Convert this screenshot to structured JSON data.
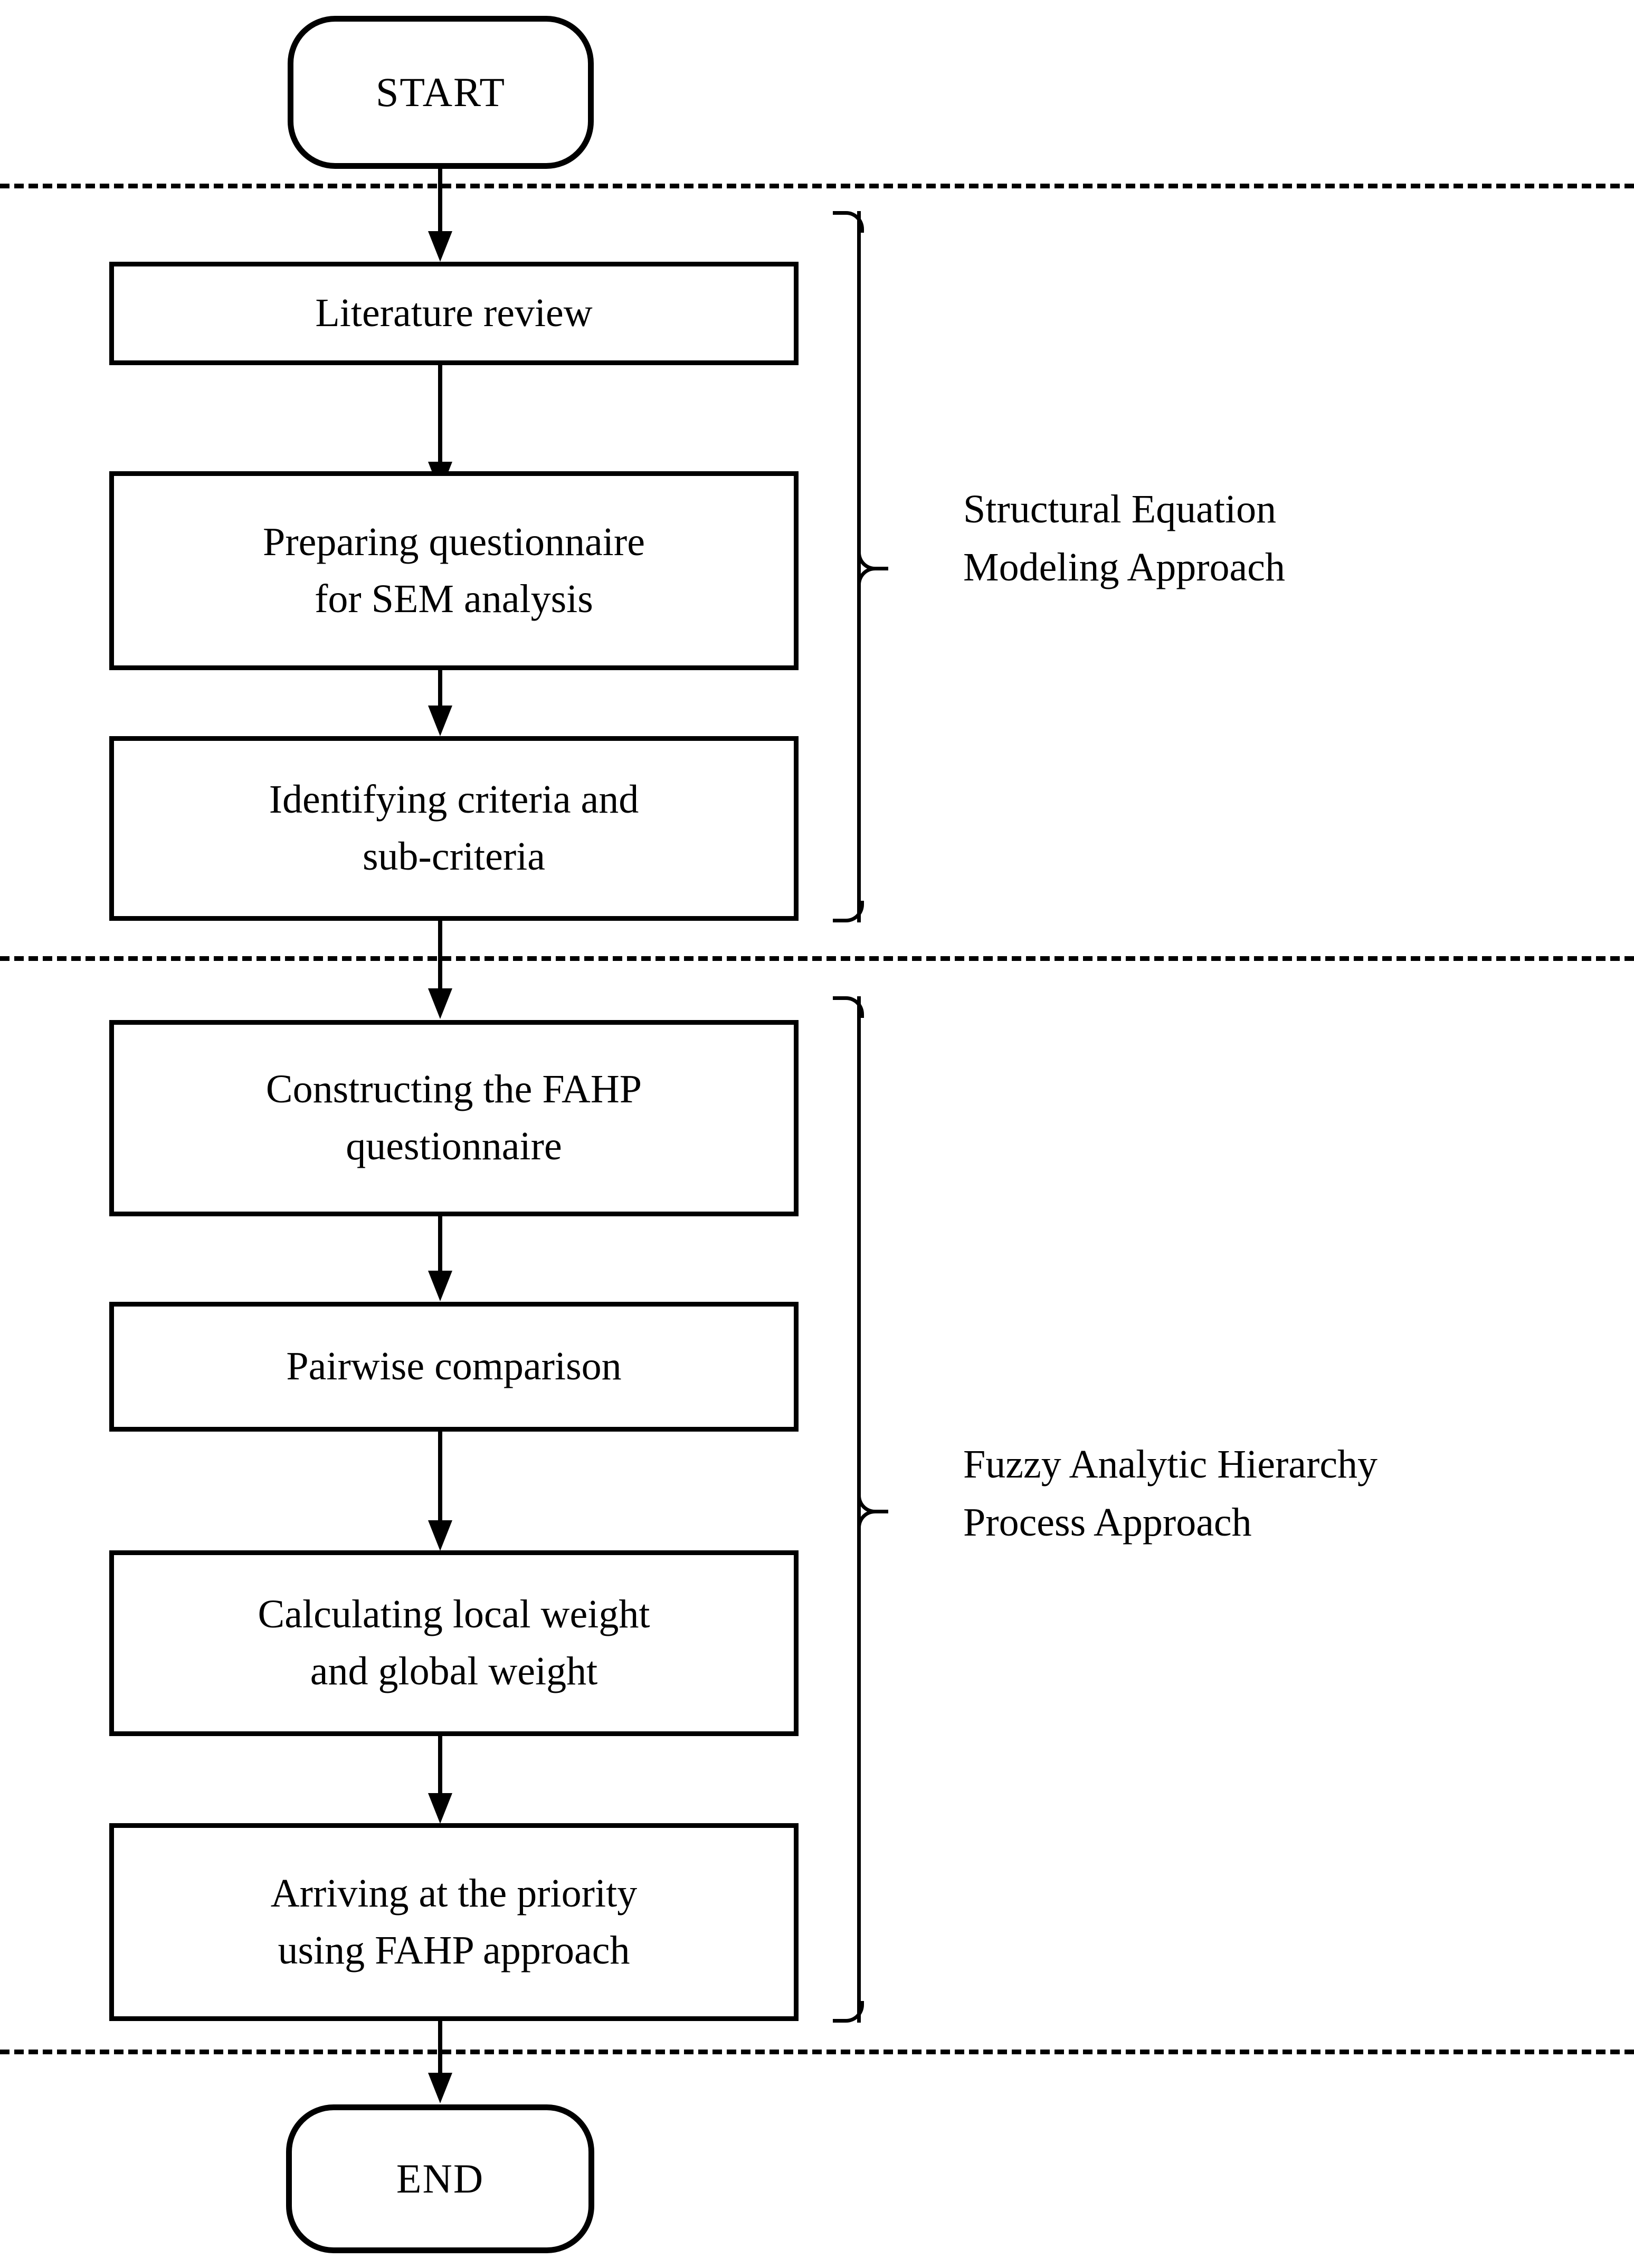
{
  "diagram": {
    "type": "flowchart",
    "orientation": "top-to-bottom",
    "terminators": [
      {
        "id": "start",
        "label": "START"
      },
      {
        "id": "end",
        "label": "END"
      }
    ],
    "steps": [
      {
        "id": "literature-review",
        "label": "Literature review",
        "phase": "sem"
      },
      {
        "id": "preparing-questionnaire",
        "label": "Preparing questionnaire\nfor SEM analysis",
        "phase": "sem"
      },
      {
        "id": "identifying-criteria",
        "label": "Identifying criteria and\nsub-criteria",
        "phase": "sem"
      },
      {
        "id": "constructing-fahp-questionnaire",
        "label": "Constructing the FAHP\nquestionnaire",
        "phase": "fahp"
      },
      {
        "id": "pairwise-comparison",
        "label": "Pairwise comparison",
        "phase": "fahp"
      },
      {
        "id": "calculating-weights",
        "label": "Calculating local weight\nand global weight",
        "phase": "fahp"
      },
      {
        "id": "arriving-priority",
        "label": "Arriving at the priority\nusing FAHP approach",
        "phase": "fahp"
      }
    ],
    "groups": [
      {
        "id": "sem",
        "label": "Structural Equation\nModeling Approach"
      },
      {
        "id": "fahp",
        "label": "Fuzzy Analytic Hierarchy\nProcess Approach"
      }
    ],
    "dividers": [
      {
        "id": "divider-top"
      },
      {
        "id": "divider-middle"
      },
      {
        "id": "divider-bottom"
      }
    ],
    "colors": {
      "stroke": "#000000",
      "background": "#ffffff",
      "text": "#000000"
    }
  }
}
